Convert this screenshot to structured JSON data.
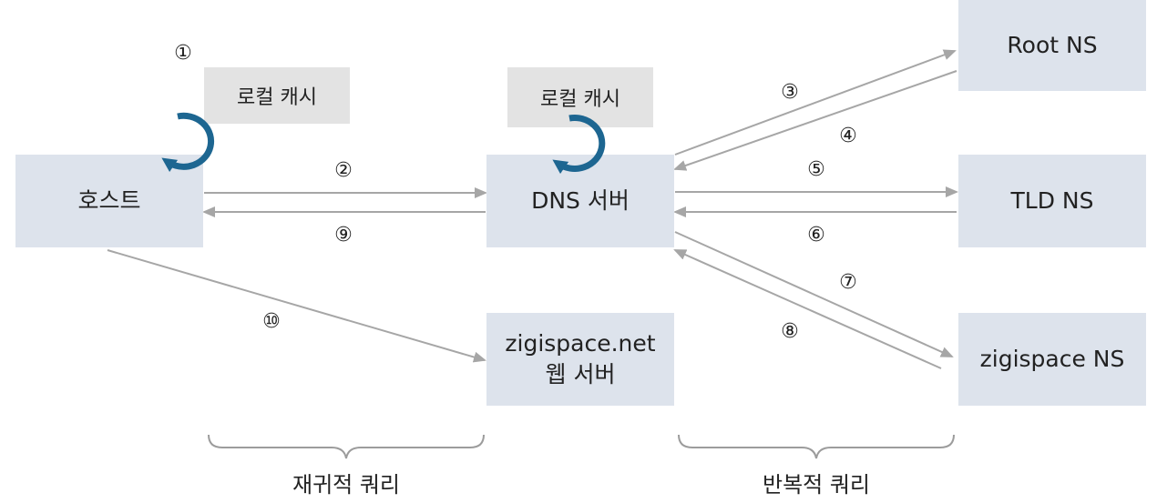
{
  "nodes": {
    "host": "호스트",
    "dns_server": "DNS 서버",
    "root_ns": "Root NS",
    "tld_ns": "TLD NS",
    "zigispace_ns": "zigispace NS",
    "web_server_line1": "zigispace.net",
    "web_server_line2": "웹 서버"
  },
  "local_cache_host": "로컬 캐시",
  "local_cache_dns": "로컬 캐시",
  "steps": {
    "s1": "①",
    "s2": "②",
    "s3": "③",
    "s4": "④",
    "s5": "⑤",
    "s6": "⑥",
    "s7": "⑦",
    "s8": "⑧",
    "s9": "⑨",
    "s10": "⑩"
  },
  "captions": {
    "recursive": "재귀적 쿼리",
    "iterative": "반복적 쿼리"
  },
  "colors": {
    "box": "#dde3ec",
    "cache_box": "#e3e3e3",
    "arrow": "#a6a6a6",
    "cycle_arrow": "#1d6691"
  }
}
